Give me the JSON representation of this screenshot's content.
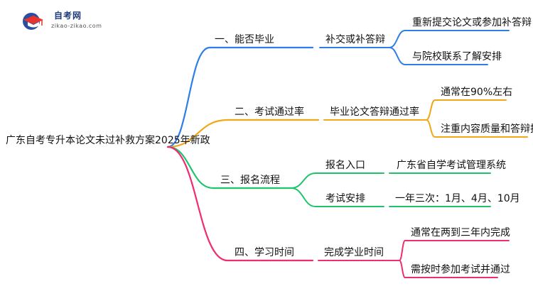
{
  "logo": {
    "name": "自考网",
    "url": "zikao-zikao.com",
    "icon": "graduation-cap-icon"
  },
  "mindmap": {
    "root": "广东自考专升本论文未过补救方案2025年新政",
    "branches": [
      {
        "label": "一、能否毕业",
        "color": "#2f7ee8",
        "sub": [
          {
            "label": "补交或补答辩",
            "leaves": [
              "重新提交论文或参加补答辩",
              "与院校联系了解安排"
            ]
          }
        ]
      },
      {
        "label": "二、考试通过率",
        "color": "#f0a818",
        "sub": [
          {
            "label": "毕业论文答辩通过率",
            "leaves": [
              "通常在90%左右",
              "注重内容质量和答辩技巧"
            ]
          }
        ]
      },
      {
        "label": "三、报名流程",
        "color": "#1ec46a",
        "sub": [
          {
            "label": "报名入口",
            "leaves": [
              "广东省自学考试管理系统"
            ]
          },
          {
            "label": "考试安排",
            "leaves": [
              "一年三次：1月、4月、10月"
            ]
          }
        ]
      },
      {
        "label": "四、学习时间",
        "color": "#ee2d72",
        "sub": [
          {
            "label": "完成学业时间",
            "leaves": [
              "通常在两到三年内完成",
              "需按时参加考试并通过"
            ]
          }
        ]
      }
    ]
  }
}
